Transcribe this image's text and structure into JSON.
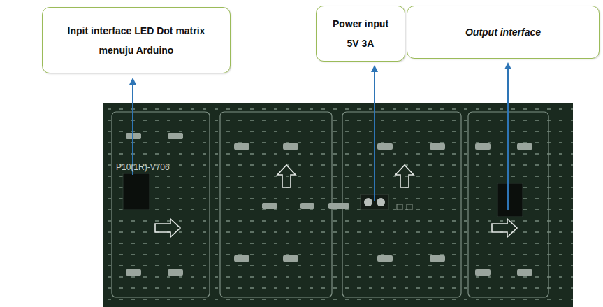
{
  "diagram": {
    "nodes": [
      {
        "text": [
          "Inpit interface LED Dot matrix menuju Arduino"
        ]
      },
      {
        "text": [
          "Power input 5V 3A"
        ]
      },
      {
        "text": [
          "Output interface"
        ]
      }
    ],
    "labels": [
      "P10(1R)-V706"
    ]
  }
}
